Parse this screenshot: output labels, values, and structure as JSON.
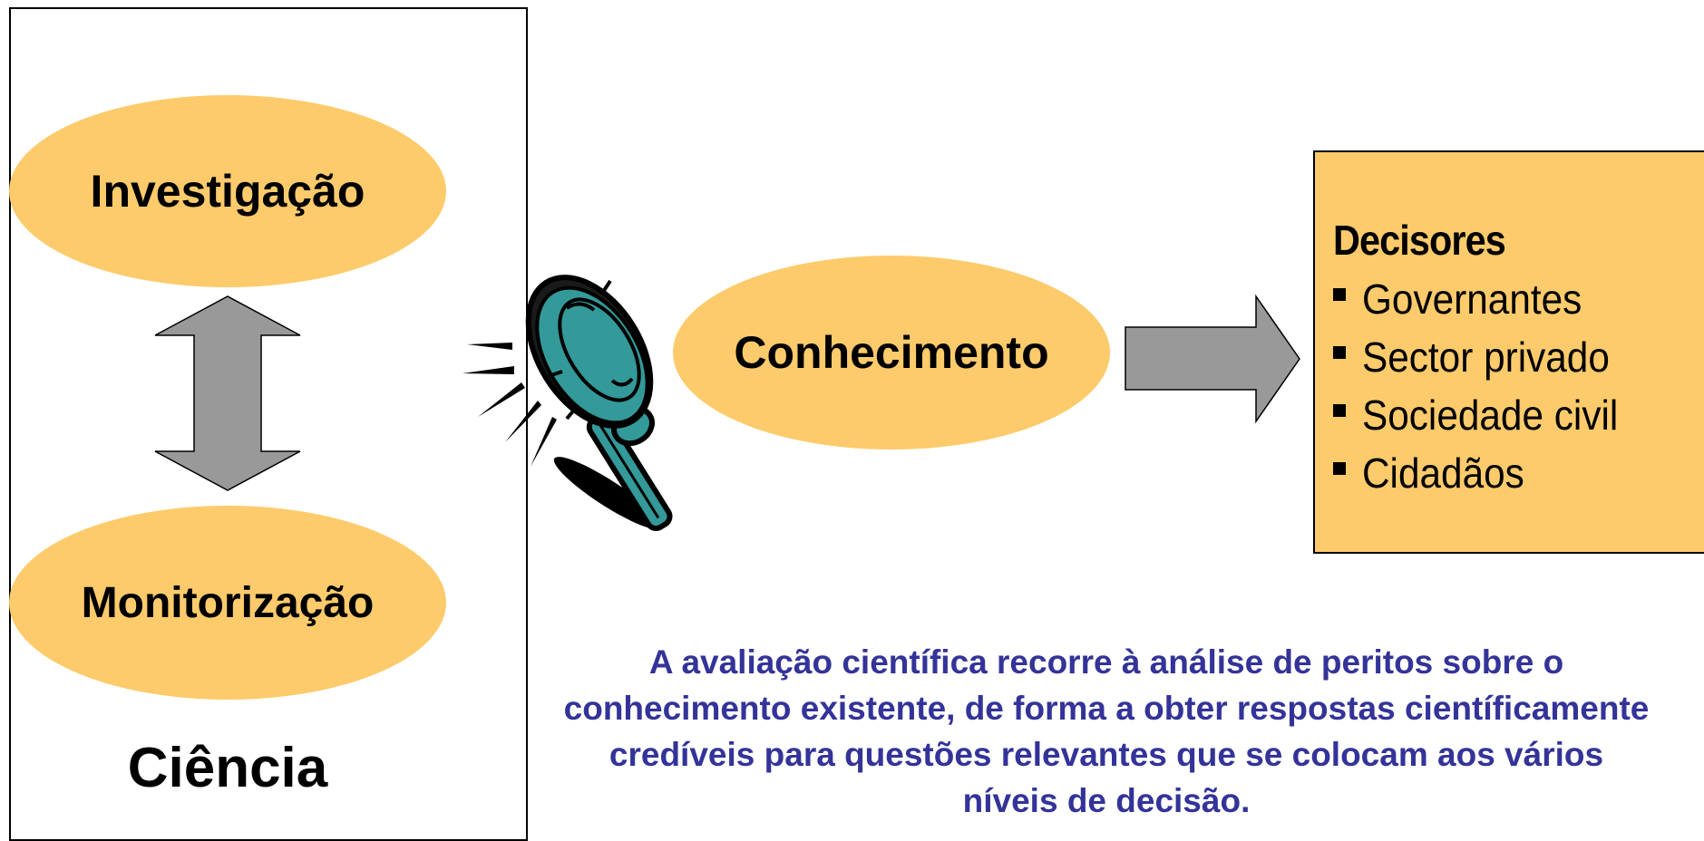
{
  "diagram": {
    "ciencia": {
      "label": "Ciência",
      "nodes": {
        "investigacao": "Investigação",
        "monitorizacao": "Monitorização"
      }
    },
    "conhecimento": "Conhecimento",
    "decisores": {
      "title": "Decisores",
      "items": [
        "Governantes",
        "Sector privado",
        "Sociedade civil",
        "Cidadãos"
      ]
    },
    "caption": "A avaliação científica recorre à análise de peritos sobre o conhecimento existente, de forma a obter respostas científicamente credíveis para questões relevantes que se colocam aos vários níveis de decisão."
  },
  "colors": {
    "ellipse_fill": "#FDCB6B",
    "arrow_fill": "#999999",
    "caption_text": "#333399",
    "magnifier_lens": "#339999"
  },
  "icons": [
    "double-arrow-icon",
    "magnifying-glass-icon",
    "right-arrow-icon"
  ]
}
